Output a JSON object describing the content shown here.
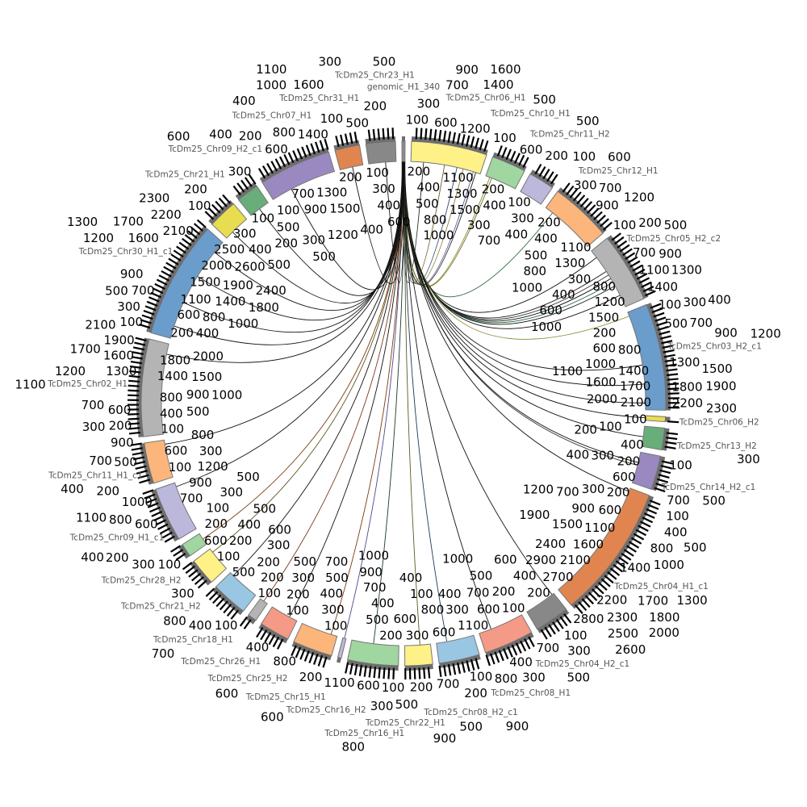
{
  "title": "Circos synteny plot",
  "tick_step": 100,
  "source_sector": 0,
  "sectors": [
    {
      "name": "genomic_H1_340",
      "length": 70,
      "color": "#8c8c8c"
    },
    {
      "name": "TcDm25_Chr06_H1",
      "length": 1670,
      "color": "#fef187"
    },
    {
      "name": "TcDm25_Chr10_H1",
      "length": 760,
      "color": "#a0d6a0"
    },
    {
      "name": "TcDm25_Chr11_H2",
      "length": 570,
      "color": "#bbb8dc"
    },
    {
      "name": "TcDm25_Chr12_H1",
      "length": 1350,
      "color": "#fcb57a"
    },
    {
      "name": "TcDm25_Chr05_H2_c2",
      "length": 1550,
      "color": "#b4b4b4"
    },
    {
      "name": "TcDm25_Chr03_H2_c1",
      "length": 2360,
      "color": "#6a9ccc"
    },
    {
      "name": "TcDm25_Chr06_H2",
      "length": 110,
      "color": "#e8dc50"
    },
    {
      "name": "TcDm25_Chr13_H2",
      "length": 480,
      "color": "#68ad7a"
    },
    {
      "name": "TcDm25_Chr14_H2_c1",
      "length": 750,
      "color": "#9a88c0"
    },
    {
      "name": "TcDm25_Chr04_H1_c1",
      "length": 2970,
      "color": "#e08550"
    },
    {
      "name": "TcDm25_Chr04_H2_c1",
      "length": 770,
      "color": "#888888"
    },
    {
      "name": "TcDm25_Chr08_H1",
      "length": 1100,
      "color": "#f59a86"
    },
    {
      "name": "TcDm25_Chr08_H2_c1",
      "length": 900,
      "color": "#99c6e2"
    },
    {
      "name": "TcDm25_Chr22_H1",
      "length": 610,
      "color": "#fef187"
    },
    {
      "name": "TcDm25_Chr16_H1",
      "length": 1120,
      "color": "#a0d6a0"
    },
    {
      "name": "TcDm25_Chr16_H2",
      "length": 80,
      "color": "#bbb8dc"
    },
    {
      "name": "TcDm25_Chr15_H1",
      "length": 880,
      "color": "#fcb57a"
    },
    {
      "name": "TcDm25_Chr25_H2",
      "length": 670,
      "color": "#f59a86"
    },
    {
      "name": "TcDm25_Chr26_H1",
      "length": 200,
      "color": "#b4b4b4"
    },
    {
      "name": "TcDm25_Chr18_H1",
      "length": 800,
      "color": "#99c6e2"
    },
    {
      "name": "TcDm25_Chr21_H2",
      "length": 600,
      "color": "#fef187"
    },
    {
      "name": "TcDm25_Chr28_H2",
      "length": 300,
      "color": "#a0d6a0"
    },
    {
      "name": "TcDm25_Chr09_H1_c1",
      "length": 1200,
      "color": "#bbb8dc"
    },
    {
      "name": "TcDm25_Chr11_H1_c1",
      "length": 900,
      "color": "#fcb57a"
    },
    {
      "name": "TcDm25_Chr02_H1",
      "length": 2150,
      "color": "#b4b4b4"
    },
    {
      "name": "TcDm25_Chr30_H1_c1",
      "length": 2600,
      "color": "#6a9ccc"
    },
    {
      "name": "TcDm25_Chr21_H1",
      "length": 650,
      "color": "#e8dc50"
    },
    {
      "name": "TcDm25_Chr09_H2_c1",
      "length": 500,
      "color": "#68ad7a"
    },
    {
      "name": "TcDm25_Chr07_H1",
      "length": 1600,
      "color": "#9a88c0"
    },
    {
      "name": "TcDm25_Chr31_H1",
      "length": 550,
      "color": "#e08550"
    },
    {
      "name": "TcDm25_Chr23_H1",
      "length": 650,
      "color": "#888888"
    }
  ],
  "links": [
    {
      "to": 1,
      "pos": 300,
      "color": "#222222"
    },
    {
      "to": 1,
      "pos": 800,
      "color": "#6b5a2a"
    },
    {
      "to": 1,
      "pos": 1100,
      "color": "#2a4a6a"
    },
    {
      "to": 1,
      "pos": 1250,
      "color": "#8a7a3a"
    },
    {
      "to": 1,
      "pos": 1500,
      "color": "#5a5a90"
    },
    {
      "to": 1,
      "pos": 1560,
      "color": "#222222"
    },
    {
      "to": 2,
      "pos": 100,
      "color": "#8a8a30"
    },
    {
      "to": 2,
      "pos": 150,
      "color": "#6a6a20"
    },
    {
      "to": 4,
      "pos": 200,
      "color": "#2a6a40"
    },
    {
      "to": 5,
      "pos": 200,
      "color": "#111111"
    },
    {
      "to": 5,
      "pos": 600,
      "color": "#111111"
    },
    {
      "to": 5,
      "pos": 700,
      "color": "#333333"
    },
    {
      "to": 5,
      "pos": 800,
      "color": "#111111"
    },
    {
      "to": 5,
      "pos": 900,
      "color": "#2a6a40"
    },
    {
      "to": 5,
      "pos": 1000,
      "color": "#111111"
    },
    {
      "to": 5,
      "pos": 1250,
      "color": "#111111"
    },
    {
      "to": 6,
      "pos": 100,
      "color": "#8a8a30"
    },
    {
      "to": 6,
      "pos": 1300,
      "color": "#111111"
    },
    {
      "to": 6,
      "pos": 1750,
      "color": "#111111"
    },
    {
      "to": 6,
      "pos": 2200,
      "color": "#111111"
    },
    {
      "to": 7,
      "pos": 50,
      "color": "#111111"
    },
    {
      "to": 8,
      "pos": 250,
      "color": "#111111"
    },
    {
      "to": 9,
      "pos": 250,
      "color": "#111111"
    },
    {
      "to": 9,
      "pos": 320,
      "color": "#333333"
    },
    {
      "to": 10,
      "pos": 80,
      "color": "#111111"
    },
    {
      "to": 11,
      "pos": 50,
      "color": "#111111"
    },
    {
      "to": 12,
      "pos": 800,
      "color": "#111111"
    },
    {
      "to": 13,
      "pos": 650,
      "color": "#1a3a5a"
    },
    {
      "to": 14,
      "pos": 250,
      "color": "#5a5a20"
    },
    {
      "to": 15,
      "pos": 600,
      "color": "#1a3a2a"
    },
    {
      "to": 16,
      "pos": 40,
      "color": "#4a4a8a"
    },
    {
      "to": 17,
      "pos": 150,
      "color": "#7a3a10"
    },
    {
      "to": 18,
      "pos": 200,
      "color": "#111111"
    },
    {
      "to": 19,
      "pos": 100,
      "color": "#7a3a20"
    },
    {
      "to": 20,
      "pos": 700,
      "color": "#111111"
    },
    {
      "to": 21,
      "pos": 500,
      "color": "#5a5a20"
    },
    {
      "to": 22,
      "pos": 150,
      "color": "#7a3a10"
    },
    {
      "to": 23,
      "pos": 1100,
      "color": "#111111"
    },
    {
      "to": 24,
      "pos": 800,
      "color": "#111111"
    },
    {
      "to": 25,
      "pos": 1900,
      "color": "#111111"
    },
    {
      "to": 26,
      "pos": 300,
      "color": "#111111"
    },
    {
      "to": 26,
      "pos": 900,
      "color": "#111111"
    },
    {
      "to": 26,
      "pos": 1600,
      "color": "#111111"
    },
    {
      "to": 26,
      "pos": 2300,
      "color": "#111111"
    },
    {
      "to": 27,
      "pos": 200,
      "color": "#111111"
    },
    {
      "to": 28,
      "pos": 250,
      "color": "#111111"
    },
    {
      "to": 29,
      "pos": 500,
      "color": "#111111"
    },
    {
      "to": 30,
      "pos": 300,
      "color": "#111111"
    },
    {
      "to": 31,
      "pos": 400,
      "color": "#111111"
    }
  ]
}
